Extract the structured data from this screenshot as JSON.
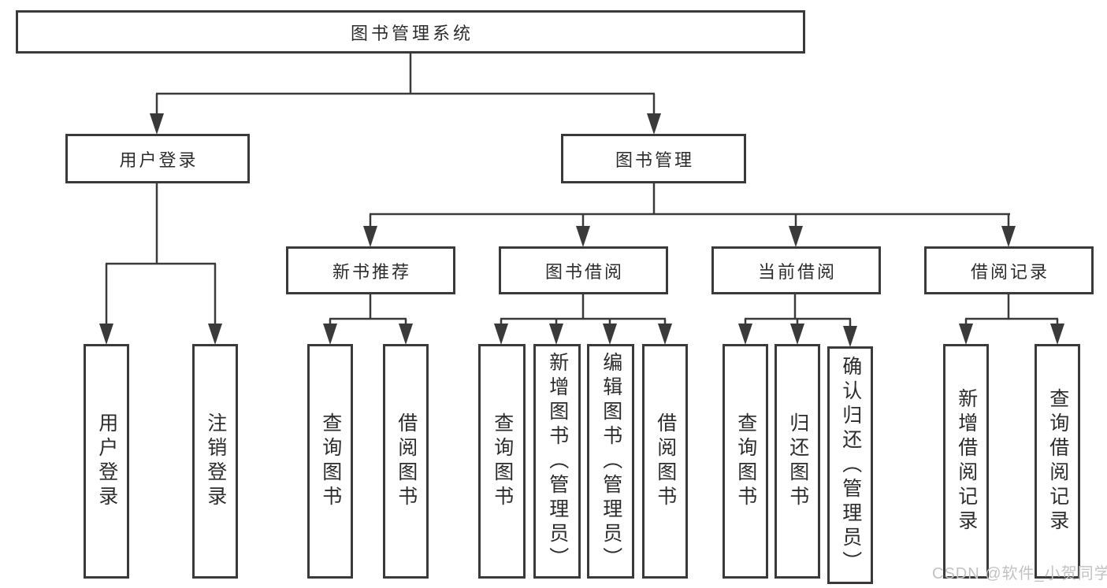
{
  "title": "图书管理系统",
  "branches": {
    "user_login": {
      "label": "用户登录",
      "leaves": [
        "用户登录",
        "注销登录"
      ]
    },
    "book_mgmt": {
      "label": "图书管理"
    },
    "new_book": {
      "label": "新书推荐",
      "leaves": [
        "查询图书",
        "借阅图书"
      ]
    },
    "borrow": {
      "label": "图书借阅",
      "leaves": [
        "查询图书",
        "新增图书（管理员）",
        "编辑图书（管理员）",
        "借阅图书"
      ]
    },
    "current": {
      "label": "当前借阅",
      "leaves": [
        "查询图书",
        "归还图书",
        "确认归还（管理员）"
      ]
    },
    "records": {
      "label": "借阅记录",
      "leaves": [
        "新增借阅记录",
        "查询借阅记录"
      ]
    }
  },
  "watermark": "CSDN @软件_小贺同学",
  "colors": {
    "line": "#3a3a3a",
    "text": "#2c2c2c",
    "watermark": "#c2c2c2",
    "background": "#ffffff"
  }
}
